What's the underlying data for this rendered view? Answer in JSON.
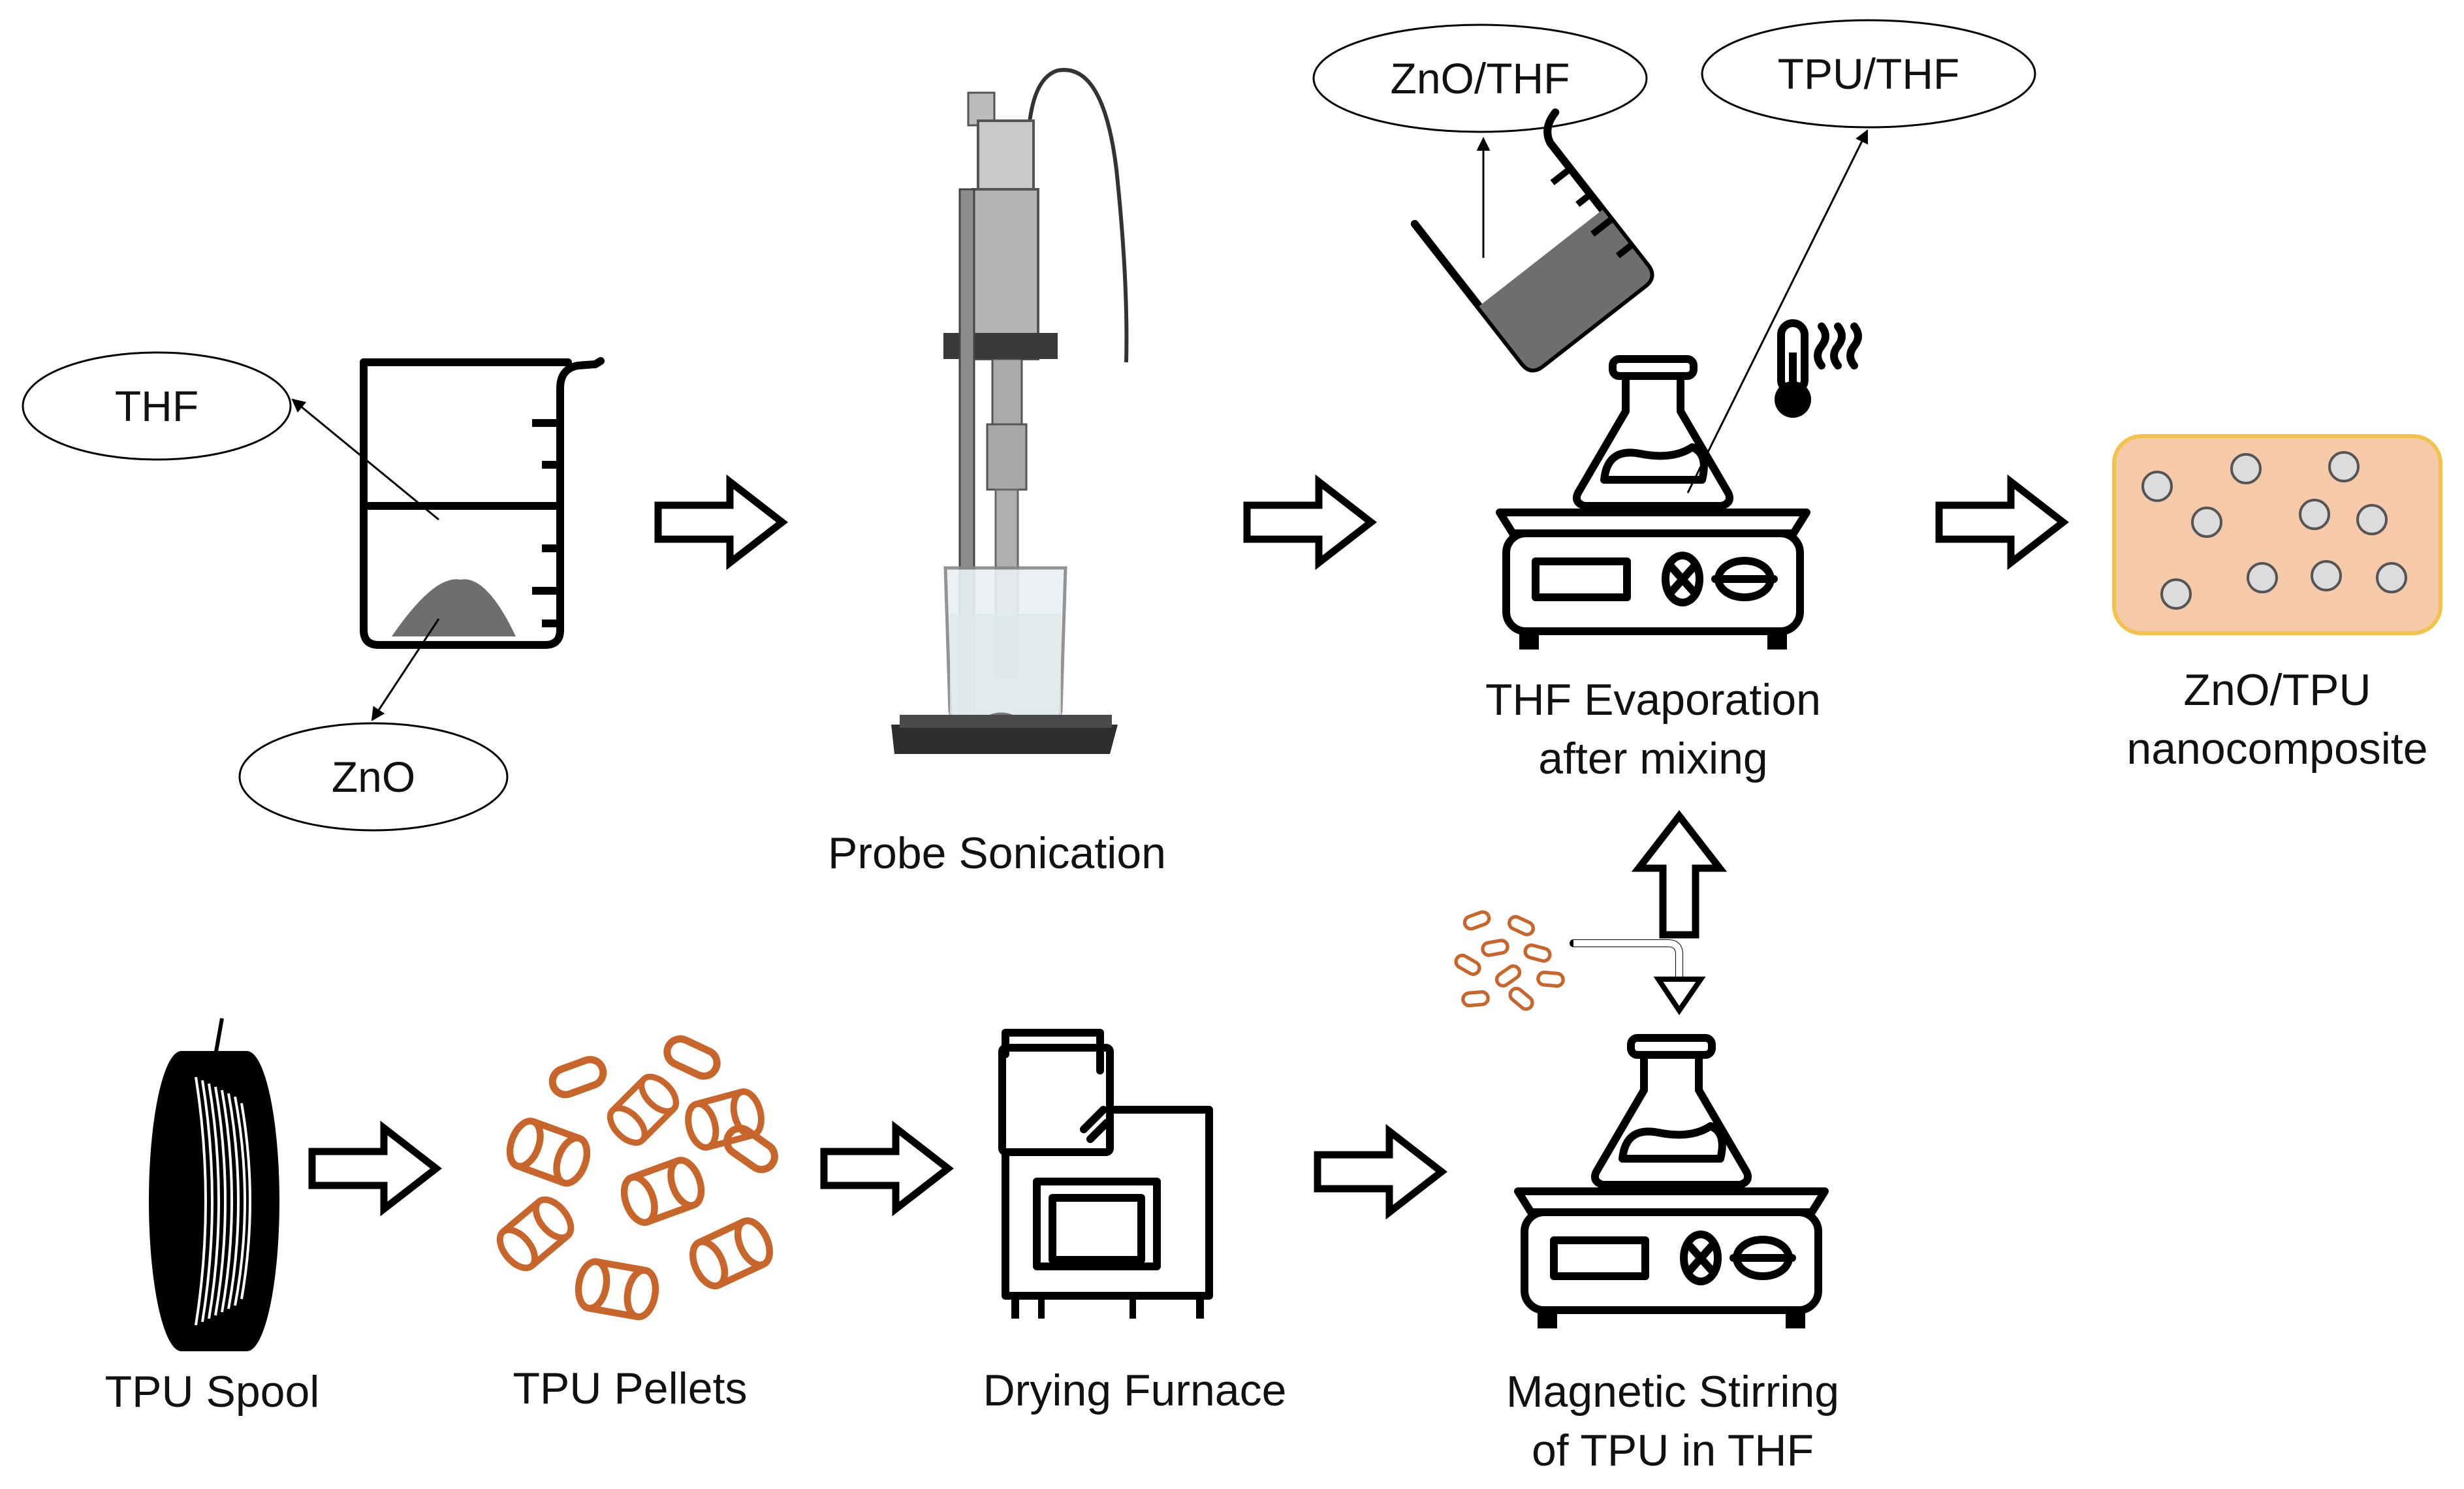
{
  "labels": {
    "thf": "THF",
    "zno": "ZnO",
    "probe_sonication": "Probe Sonication",
    "zno_thf": "ZnO/THF",
    "tpu_thf": "TPU/THF",
    "evaporation_line1": "THF Evaporation",
    "evaporation_line2": "after mixing",
    "nanocomposite_line1": "ZnO/TPU",
    "nanocomposite_line2": "nanocomposite",
    "tpu_spool": "TPU Spool",
    "tpu_pellets": "TPU Pellets",
    "drying_furnace": "Drying Furnace",
    "stirring_line1": "Magnetic Stirring",
    "stirring_line2": "of TPU in THF"
  },
  "colors": {
    "pellet_orange": "#c8652a",
    "composite_fill": "#f6c9a8",
    "composite_border": "#f2c24a",
    "powder_gray": "#6e6e6e"
  },
  "icons": {
    "beaker": "beaker-icon",
    "sonicator": "probe-sonicator-icon",
    "hotplate": "hotplate-stirrer-icon",
    "furnace": "furnace-icon",
    "spool": "spool-icon",
    "pellets": "pellets-icon",
    "thermometer": "thermometer-icon"
  }
}
